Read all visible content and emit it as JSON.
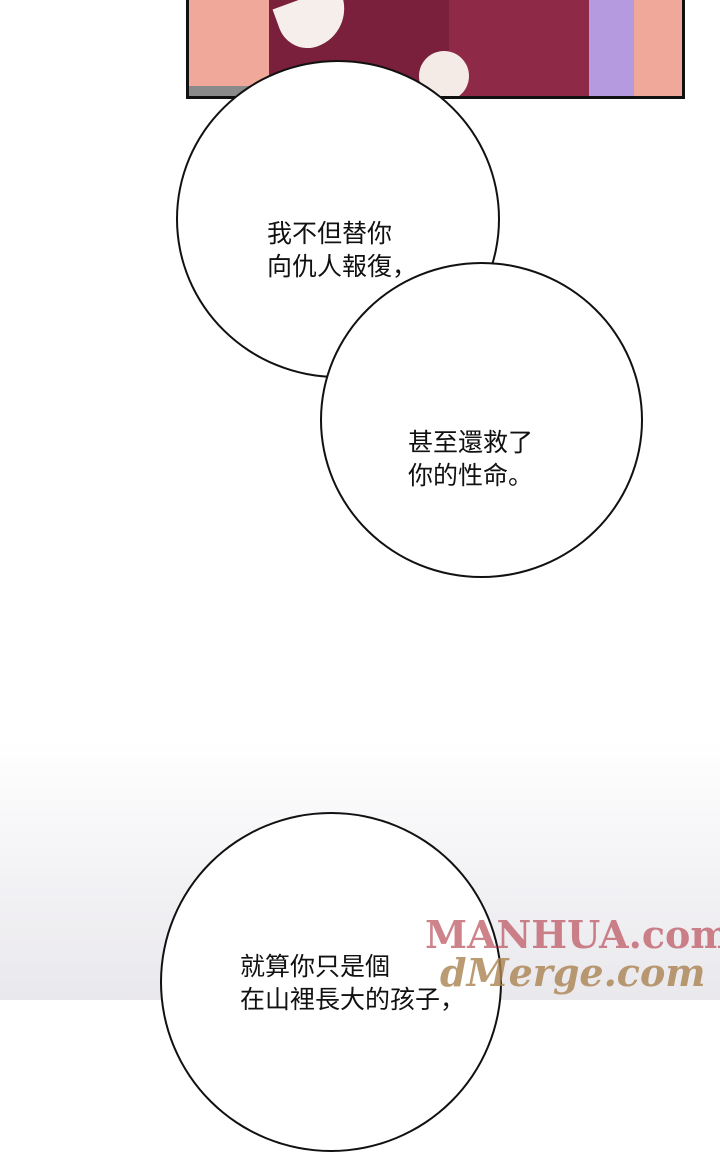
{
  "bubbles": [
    {
      "lines": [
        "我不但替你",
        "向仇人報復，"
      ]
    },
    {
      "lines": [
        "甚至還救了",
        "你的性命。"
      ]
    },
    {
      "lines": [
        "就算你只是個",
        "在山裡長大的孩子，"
      ]
    }
  ],
  "watermark": {
    "line1": "MANHUA.com",
    "line2": "dMerge.com"
  }
}
